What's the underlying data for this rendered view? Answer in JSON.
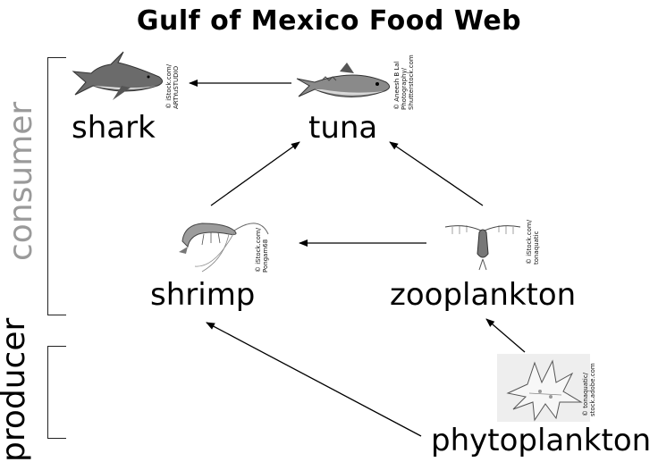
{
  "title": "Gulf of Mexico Food Web",
  "organisms": {
    "shark": {
      "label": "shark",
      "credit": [
        "© iStock.com/",
        "ARTYuSTUDIO"
      ]
    },
    "tuna": {
      "label": "tuna",
      "credit": [
        "© Aneesh B Lal",
        "Photography/",
        "Shutterstock.com"
      ]
    },
    "shrimp": {
      "label": "shrimp",
      "credit": [
        "© iStock.com/",
        "Pongam68"
      ]
    },
    "zooplankton": {
      "label": "zooplankton",
      "credit": [
        "© iStock.com/",
        "tonaquatic"
      ]
    },
    "phytoplankton": {
      "label": "phytoplankton",
      "credit": [
        "© tonaquatic/",
        "stock.adobe.com"
      ]
    }
  },
  "levels": {
    "consumer": {
      "label": "consumer",
      "color": "#9a9a9a"
    },
    "producer": {
      "label": "producer",
      "color": "#000000"
    }
  },
  "arrows": [
    {
      "from": "tuna",
      "to": "shark"
    },
    {
      "from": "shrimp",
      "to": "tuna"
    },
    {
      "from": "zooplankton",
      "to": "tuna"
    },
    {
      "from": "zooplankton",
      "to": "shrimp"
    },
    {
      "from": "phytoplankton",
      "to": "shrimp"
    },
    {
      "from": "phytoplankton",
      "to": "zooplankton"
    }
  ]
}
